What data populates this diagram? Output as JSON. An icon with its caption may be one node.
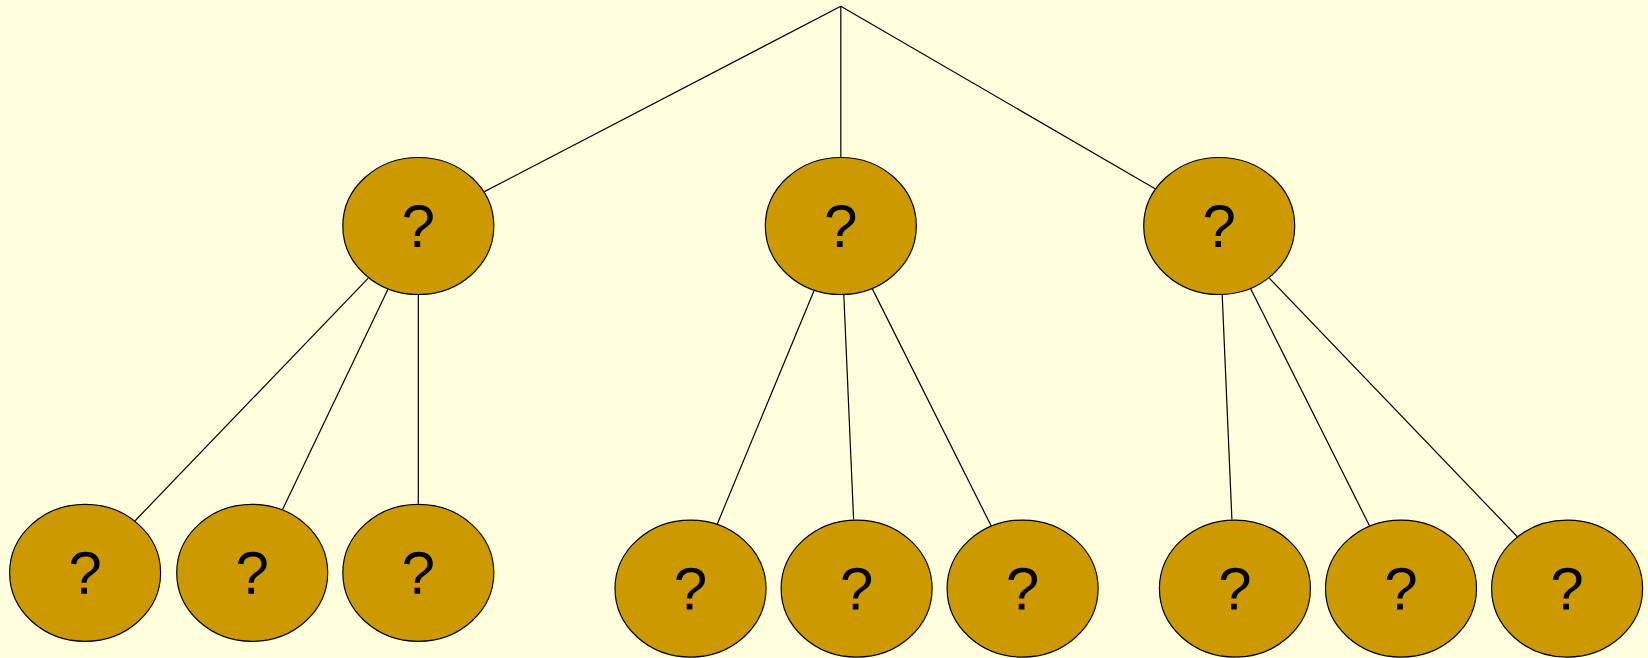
{
  "diagram": {
    "nodes": [
      {
        "text": [
          "?"
        ]
      },
      {
        "text": [
          "?"
        ]
      },
      {
        "text": [
          "?"
        ]
      },
      {
        "text": [
          "?"
        ]
      },
      {
        "text": [
          "?"
        ]
      },
      {
        "text": [
          "?"
        ]
      },
      {
        "text": [
          "?"
        ]
      },
      {
        "text": [
          "?"
        ]
      },
      {
        "text": [
          "?"
        ]
      },
      {
        "text": [
          "?"
        ]
      },
      {
        "text": [
          "?"
        ]
      },
      {
        "text": [
          "?"
        ]
      }
    ],
    "edges": [
      {
        "from": null,
        "to": 0,
        "arrow": "none"
      },
      {
        "from": null,
        "to": 1,
        "arrow": "none"
      },
      {
        "from": null,
        "to": 2,
        "arrow": "none"
      },
      {
        "from": 0,
        "to": 3,
        "arrow": "none"
      },
      {
        "from": 0,
        "to": 4,
        "arrow": "none"
      },
      {
        "from": 0,
        "to": 5,
        "arrow": "none"
      },
      {
        "from": 1,
        "to": 6,
        "arrow": "none"
      },
      {
        "from": 1,
        "to": 7,
        "arrow": "none"
      },
      {
        "from": 1,
        "to": 8,
        "arrow": "none"
      },
      {
        "from": 2,
        "to": 9,
        "arrow": "none"
      },
      {
        "from": 2,
        "to": 10,
        "arrow": "none"
      },
      {
        "from": 2,
        "to": 11,
        "arrow": "none"
      }
    ]
  }
}
